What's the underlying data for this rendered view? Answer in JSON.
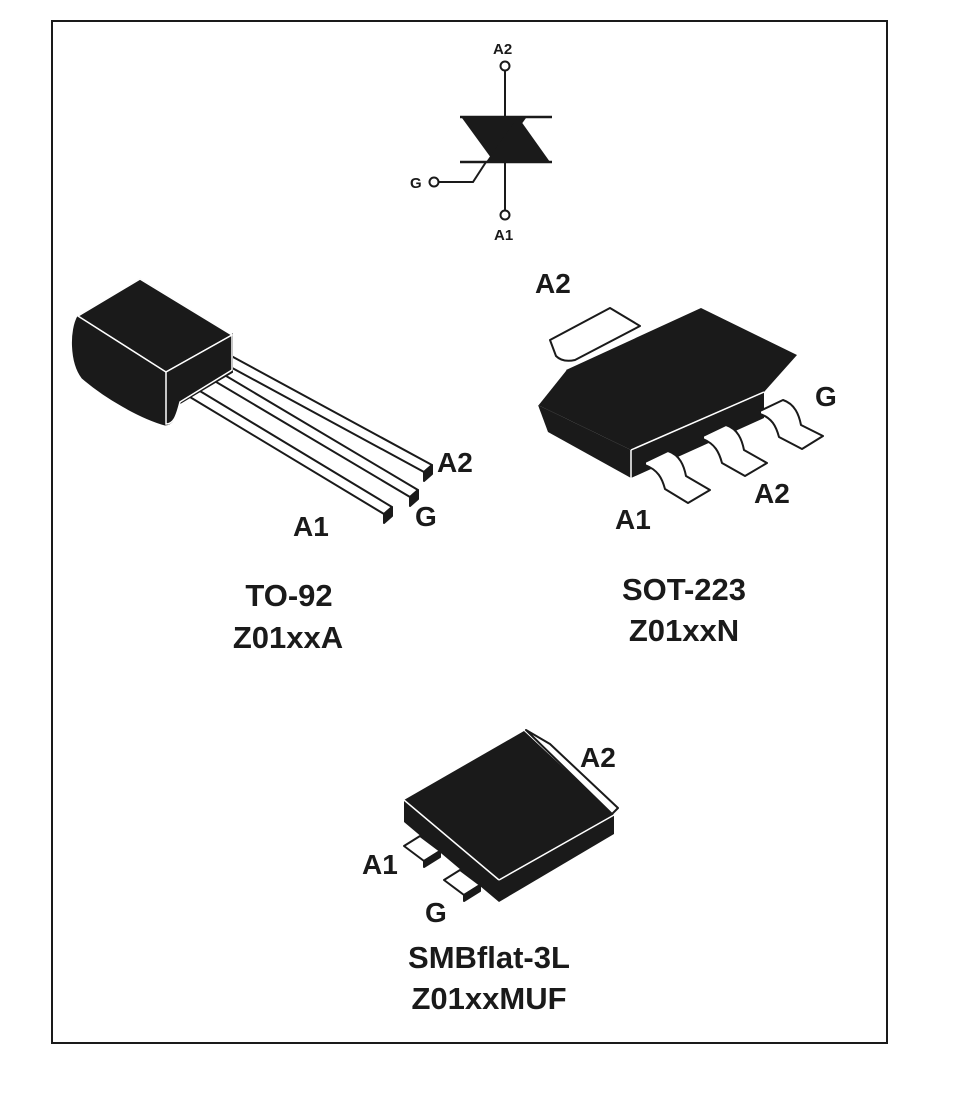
{
  "colors": {
    "body": "#1a1a1a",
    "lead_fill": "#ffffff",
    "frame": "#1a1a1a"
  },
  "symbol": {
    "a2": "A2",
    "a1": "A1",
    "g": "G"
  },
  "to92": {
    "pin_a2": "A2",
    "pin_g": "G",
    "pin_a1": "A1",
    "package": "TO-92",
    "part": "Z01xxA"
  },
  "sot223": {
    "pin_tab_a2": "A2",
    "pin_g": "G",
    "pin_a2": "A2",
    "pin_a1": "A1",
    "package": "SOT-223",
    "part": "Z01xxN"
  },
  "smbflat": {
    "pin_a2": "A2",
    "pin_a1": "A1",
    "pin_g": "G",
    "package": "SMBflat-3L",
    "part": "Z01xxMUF"
  }
}
